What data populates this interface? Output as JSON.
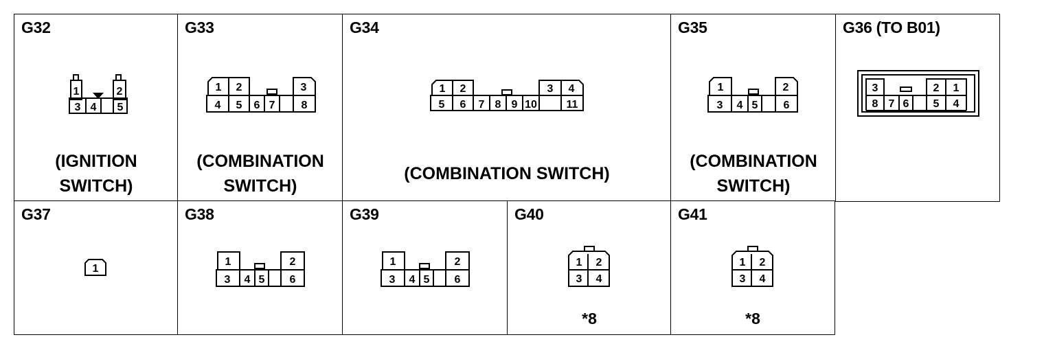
{
  "connectors": {
    "g32": {
      "code": "G32",
      "caption": [
        "(IGNITION",
        "SWITCH)"
      ],
      "pins": [
        "1",
        "2",
        "3",
        "4",
        "5"
      ]
    },
    "g33": {
      "code": "G33",
      "caption": [
        "(COMBINATION",
        "SWITCH)"
      ],
      "pins": [
        "1",
        "2",
        "3",
        "4",
        "5",
        "6",
        "7",
        "8"
      ]
    },
    "g34": {
      "code": "G34",
      "caption": [
        "(COMBINATION SWITCH)"
      ],
      "pins": [
        "1",
        "2",
        "3",
        "4",
        "5",
        "6",
        "7",
        "8",
        "9",
        "10",
        "11"
      ]
    },
    "g35": {
      "code": "G35",
      "caption": [
        "(COMBINATION",
        "SWITCH)"
      ],
      "pins": [
        "1",
        "2",
        "3",
        "4",
        "5",
        "6"
      ]
    },
    "g36": {
      "code": "G36 (TO B01)",
      "pins": [
        "3",
        "2",
        "1",
        "8",
        "7",
        "6",
        "5",
        "4"
      ]
    },
    "g37": {
      "code": "G37",
      "pins": [
        "1"
      ]
    },
    "g38": {
      "code": "G38",
      "pins": [
        "1",
        "2",
        "3",
        "4",
        "5",
        "6"
      ]
    },
    "g39": {
      "code": "G39",
      "pins": [
        "1",
        "2",
        "3",
        "4",
        "5",
        "6"
      ]
    },
    "g40": {
      "code": "G40",
      "note": "*8",
      "pins": [
        "1",
        "2",
        "3",
        "4"
      ]
    },
    "g41": {
      "code": "G41",
      "note": "*8",
      "pins": [
        "1",
        "2",
        "3",
        "4"
      ]
    }
  }
}
